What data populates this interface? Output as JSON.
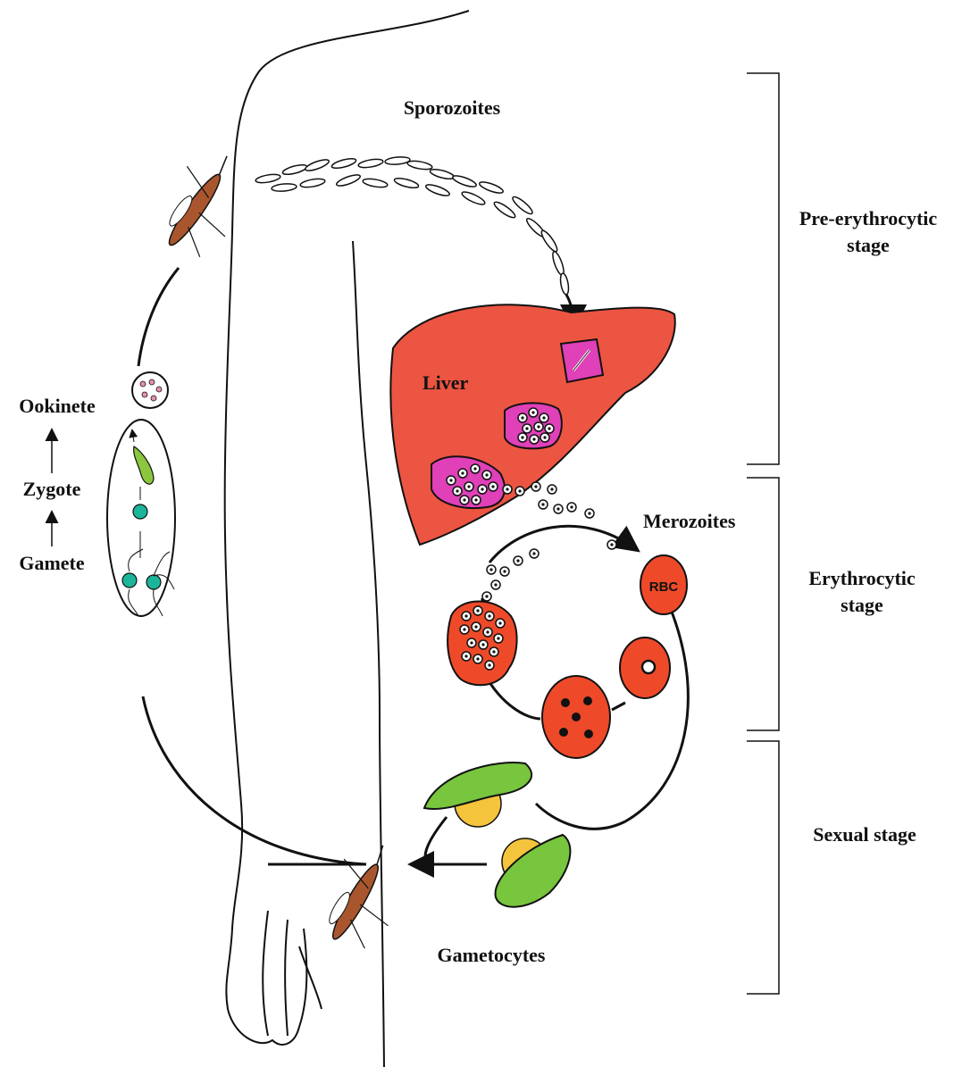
{
  "labels": {
    "sporozoites": "Sporozoites",
    "liver": "Liver",
    "merozoites": "Merozoites",
    "rbc": "RBC",
    "gametocytes": "Gametocytes",
    "ookinete": "Ookinete",
    "zygote": "Zygote",
    "gamete": "Gamete"
  },
  "stages": {
    "pre_erythrocytic": {
      "line1": "Pre-erythrocytic",
      "line2": "stage"
    },
    "erythrocytic": {
      "line1": "Erythrocytic",
      "line2": "stage"
    },
    "sexual": {
      "line1": "Sexual stage"
    }
  },
  "colors": {
    "liver": "#ec5542",
    "liver_schizont": "#e040b8",
    "rbc": "#ee4a2a",
    "gametocyte_green": "#78c53e",
    "gametocyte_yellow": "#f4c43c",
    "gamete_teal": "#1db59a",
    "ookinete_green": "#8cc63f",
    "mosquito": "#a9562e",
    "line": "#111111"
  }
}
